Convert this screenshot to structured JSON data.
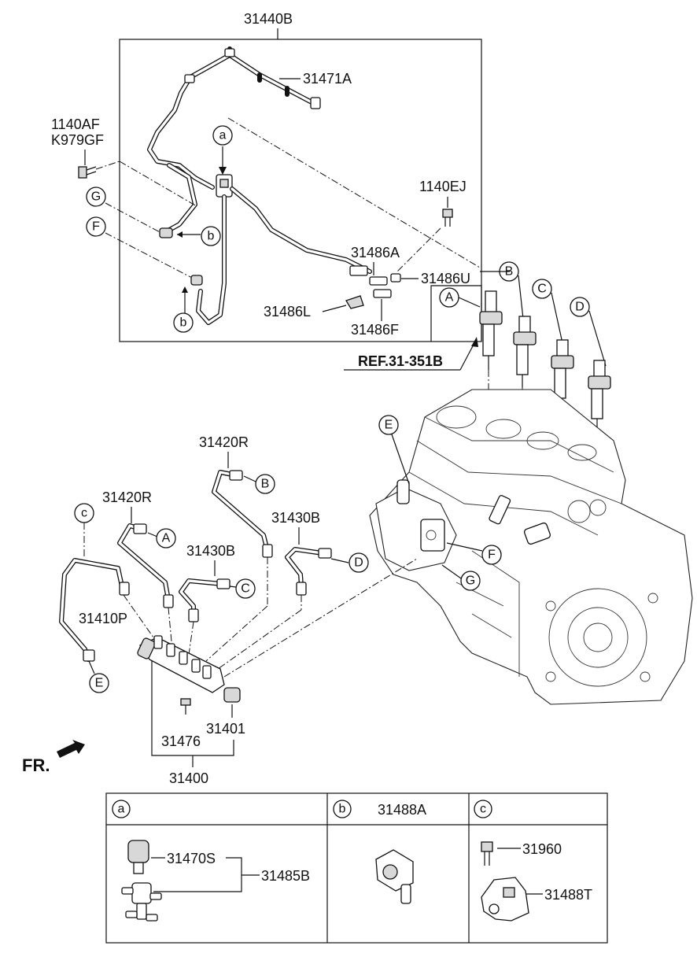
{
  "diagram": {
    "labels": {
      "p31440B": "31440B",
      "p31471A": "31471A",
      "p1140AF": "1140AF",
      "pK979GF": "K979GF",
      "p1140EJ": "1140EJ",
      "p31486A": "31486A",
      "p31486U": "31486U",
      "p31486L": "31486L",
      "p31486F": "31486F",
      "ref": "REF.31-351B",
      "p31420R_top": "31420R",
      "p31420R_left": "31420R",
      "p31430B_right": "31430B",
      "p31430B_mid": "31430B",
      "p31410P": "31410P",
      "p31476": "31476",
      "p31401": "31401",
      "p31400": "31400",
      "fr": "FR."
    },
    "callouts": {
      "a_top": "a",
      "b_mid": "b",
      "b_low": "b",
      "G": "G",
      "F": "F",
      "A_inj": "A",
      "B_inj": "B",
      "C_inj": "C",
      "D_inj": "D",
      "E_eng": "E",
      "F_eng": "F",
      "G_eng": "G",
      "c_pipe": "c",
      "B_pipe": "B",
      "A_pipe": "A",
      "C_pipe": "C",
      "D_pipe": "D",
      "E_pipe": "E"
    }
  },
  "legend_table": {
    "col_a": {
      "letter": "a",
      "labels": {
        "p31470S": "31470S",
        "p31485B": "31485B"
      }
    },
    "col_b": {
      "letter": "b",
      "title": "31488A"
    },
    "col_c": {
      "letter": "c",
      "labels": {
        "p31960": "31960",
        "p31488T": "31488T"
      }
    }
  }
}
